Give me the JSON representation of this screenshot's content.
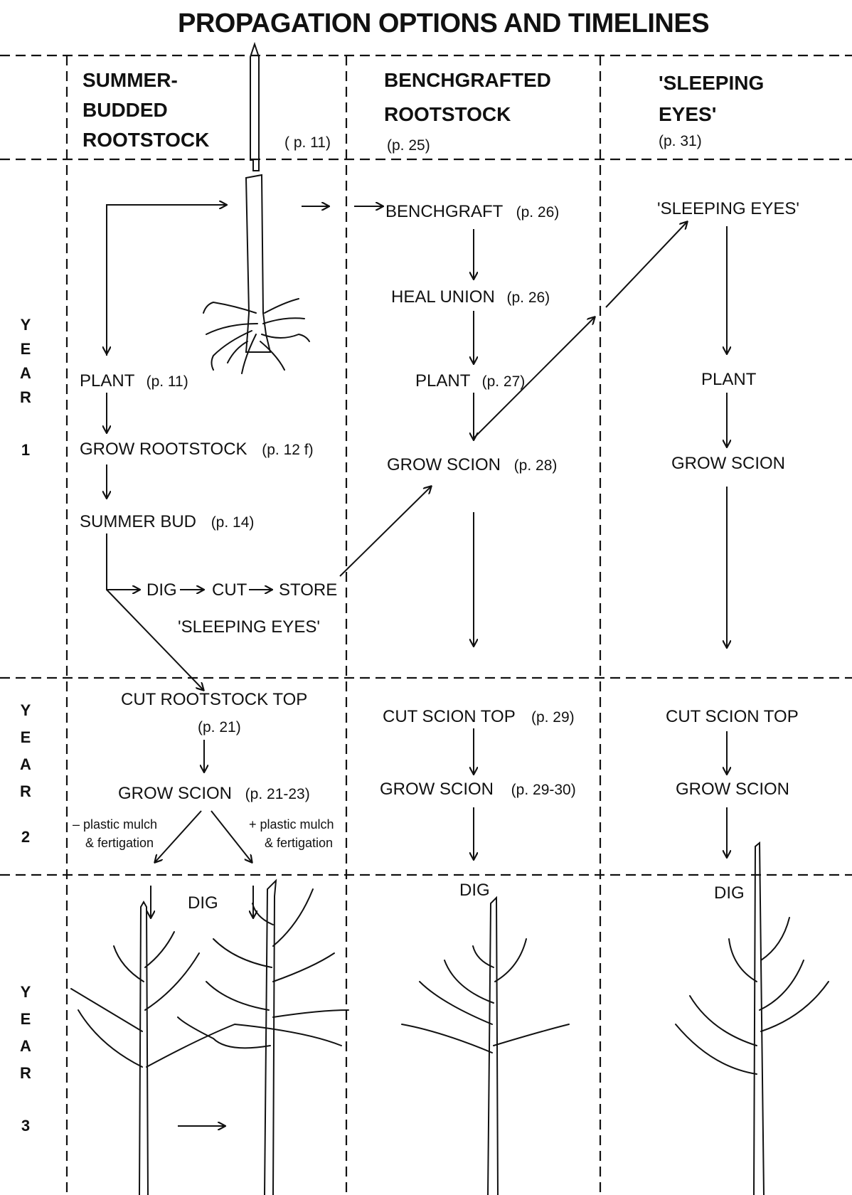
{
  "title": "PROPAGATION OPTIONS AND TIMELINES",
  "columns": [
    {
      "line1": "SUMMER-",
      "line2": "BUDDED",
      "line3": "ROOTSTOCK",
      "page": "( p. 11)"
    },
    {
      "line1": "BENCHGRAFTED",
      "line2": "ROOTSTOCK",
      "page": "(p. 25)"
    },
    {
      "line1": "'SLEEPING",
      "line2": "EYES'",
      "page": "(p. 31)"
    }
  ],
  "years": [
    {
      "letters": [
        "Y",
        "E",
        "A",
        "R"
      ],
      "num": "1"
    },
    {
      "letters": [
        "Y",
        "E",
        "A",
        "R"
      ],
      "num": "2"
    },
    {
      "letters": [
        "Y",
        "E",
        "A",
        "R"
      ],
      "num": "3"
    }
  ],
  "col1": {
    "plant": "PLANT",
    "plant_page": "(p. 11)",
    "grow_rootstock": "GROW ROOTSTOCK",
    "grow_rootstock_page": "(p. 12 f)",
    "summer_bud": "SUMMER BUD",
    "summer_bud_page": "(p. 14)",
    "dig": "DIG",
    "cut": "CUT",
    "store": "STORE",
    "sleeping_eyes": "'SLEEPING EYES'",
    "cut_rootstock_top": "CUT ROOTSTOCK TOP",
    "cut_rootstock_top_page": "(p. 21)",
    "grow_scion": "GROW SCION",
    "grow_scion_page": "(p. 21-23)",
    "minus_mulch_1": "– plastic mulch",
    "minus_mulch_2": "& fertigation",
    "plus_mulch_1": "+ plastic mulch",
    "plus_mulch_2": "& fertigation",
    "dig3": "DIG"
  },
  "col2": {
    "benchgraft": "BENCHGRAFT",
    "benchgraft_page": "(p. 26)",
    "heal_union": "HEAL UNION",
    "heal_union_page": "(p. 26)",
    "plant": "PLANT",
    "plant_page": "(p. 27)",
    "grow_scion": "GROW SCION",
    "grow_scion_page": "(p. 28)",
    "cut_scion_top": "CUT SCION TOP",
    "cut_scion_top_page": "(p. 29)",
    "grow_scion2": "GROW SCION",
    "grow_scion2_page": "(p. 29-30)",
    "dig": "DIG"
  },
  "col3": {
    "sleeping_eyes": "'SLEEPING EYES'",
    "plant": "PLANT",
    "grow_scion": "GROW SCION",
    "cut_scion_top": "CUT SCION TOP",
    "grow_scion2": "GROW SCION",
    "dig": "DIG"
  }
}
